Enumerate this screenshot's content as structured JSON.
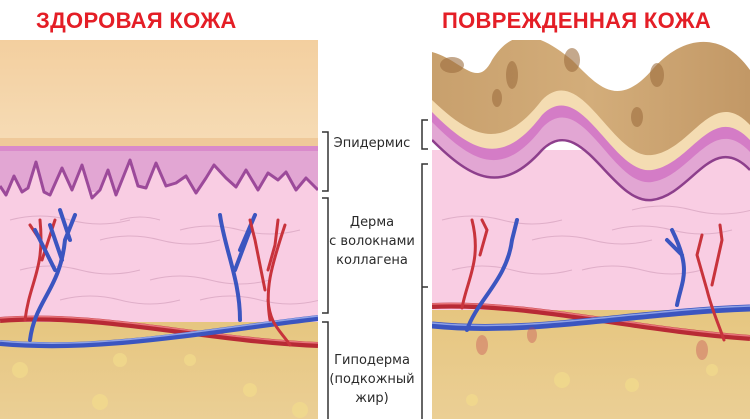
{
  "titles": {
    "healthy": "ЗДОРОВАЯ КОЖА",
    "damaged": "ПОВРЕЖДЕННАЯ КОЖА"
  },
  "layers": {
    "epidermis": "Эпидермис",
    "dermis_line1": "Дерма",
    "dermis_line2": "с волокнами",
    "dermis_line3": "коллагена",
    "hypodermis_line1": "Гиподерма",
    "hypodermis_line2": "(подкожный",
    "hypodermis_line3": "жир)"
  },
  "colors": {
    "title_red": "#e41e26",
    "stratum": "#f5d9b0",
    "epidermis_pink": "#dd9fd0",
    "basement": "#9c4a9a",
    "dermis": "#f9cde3",
    "fat": "#e8cc8a",
    "artery": "#c8333c",
    "vein": "#3b55c0",
    "damaged_crust": "#c9a06a"
  }
}
